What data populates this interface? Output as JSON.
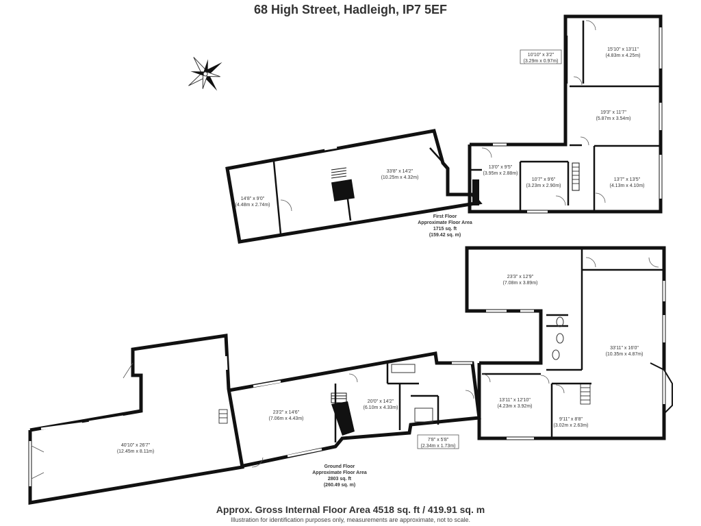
{
  "title": "68 High Street, Hadleigh, IP7 5EF",
  "gross_area": "Approx. Gross Internal Floor Area 4518 sq. ft / 419.91 sq. m",
  "disclaimer": "Illustration for identification purposes only, measurements are approximate, not to scale.",
  "compass": {
    "icon": "compass-rose-icon"
  },
  "first_floor": {
    "label": [
      "First Floor",
      "Approximate Floor Area",
      "1715 sq. ft",
      "(159.42 sq. m)"
    ],
    "rooms": {
      "barn_small": [
        "14'8\" x 9'0\"",
        "(4.48m x 2.74m)"
      ],
      "barn_large": [
        "33'8\" x 14'2\"",
        "(10.25m x 4.32m)"
      ],
      "landing": [
        "13'0\" x 9'5\"",
        "(3.95m x 2.88m)"
      ],
      "bed_a": [
        "10'7\" x 9'6\"",
        "(3.23m x 2.90m)"
      ],
      "bed_b": [
        "13'7\" x 13'5\"",
        "(4.13m x 4.10m)"
      ],
      "bed_c": [
        "19'3\" x 11'7\"",
        "(5.87m x 3.54m)"
      ],
      "bed_d": [
        "15'10\" x 13'11\"",
        "(4.83m x 4.25m)"
      ],
      "closet": [
        "10'10\" x 3'2\"",
        "(3.29m x 0.97m)"
      ]
    }
  },
  "ground_floor": {
    "label": [
      "Ground Floor",
      "Approximate Floor Area",
      "2803 sq. ft",
      "(260.49 sq. m)"
    ],
    "rooms": {
      "barn": [
        "40'10\" x 26'7\"",
        "(12.45m x 8.11m)"
      ],
      "lounge": [
        "23'2\" x 14'6\"",
        "(7.06m x 4.43m)"
      ],
      "kitchen": [
        "20'0\" x 14'2\"",
        "(6.10m x 4.33m)"
      ],
      "store": [
        "7'8\" x 5'8\"",
        "(2.34m x 1.73m)"
      ],
      "dining": [
        "13'11\" x 12'10\"",
        "(4.23m x 3.92m)"
      ],
      "study": [
        "9'11\" x 8'8\"",
        "(3.02m x 2.63m)"
      ],
      "living": [
        "33'11\" x 16'0\"",
        "(10.35m x 4.87m)"
      ],
      "garage": [
        "23'3\" x 12'9\"",
        "(7.08m x 3.89m)"
      ]
    }
  }
}
